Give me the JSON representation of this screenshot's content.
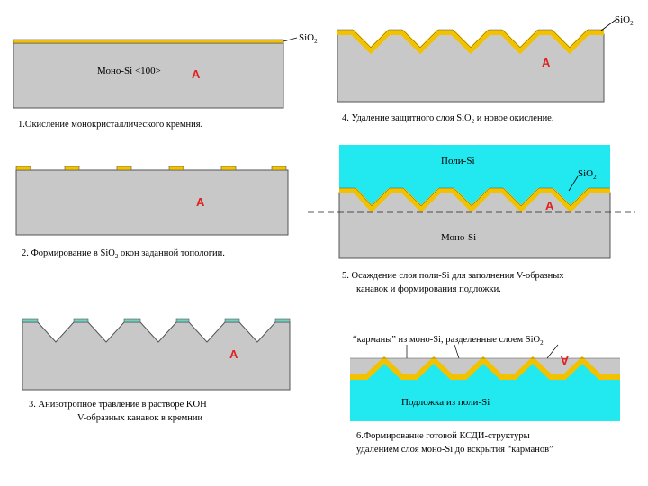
{
  "steps": [
    {
      "caption": "1.Окисление монокристаллического кремния.",
      "body_label": "Моно-Si <100>",
      "marker": "A",
      "oxide_label": "SiO",
      "oxide_sub": "2"
    },
    {
      "caption_pre": "2. Формирование в SiO",
      "caption_sub": "2",
      "caption_post": " окон заданной топологии.",
      "marker": "A"
    },
    {
      "caption_line1": "3. Анизотропное травление в растворе KOH",
      "caption_line2": "V-образных канавок в кремнии",
      "marker": "A"
    },
    {
      "caption_pre": "4. Удаление защитного слоя SiO",
      "caption_sub": "2",
      "caption_post": " и новое окисление.",
      "marker": "A",
      "oxide_label": "SiO",
      "oxide_sub": "2"
    },
    {
      "caption_line1": "5. Осаждение слоя поли-Si для заполнения V-образных",
      "caption_line2": "канавок и формирования подложки.",
      "top_label": "Поли-Si",
      "bottom_label": "Моно-Si",
      "marker": "A",
      "oxide_label": "SiO",
      "oxide_sub": "2"
    },
    {
      "top_text_pre": "“карманы” из моно-Si, разделенные слоем SiO",
      "top_text_sub": "2",
      "substrate_label": "Подложка из поли-Si",
      "marker": "A",
      "caption_line1": "6.Формирование готовой КСДИ-структуры",
      "caption_line2": "удалением слоя моно-Si до вскрытия “карманов”"
    }
  ],
  "colors": {
    "silicon": "#c8c8c8",
    "oxide": "#f2c200",
    "poly": "#22e8f0",
    "window_oxide": "#6fd0c0",
    "marker": "#e02020"
  }
}
